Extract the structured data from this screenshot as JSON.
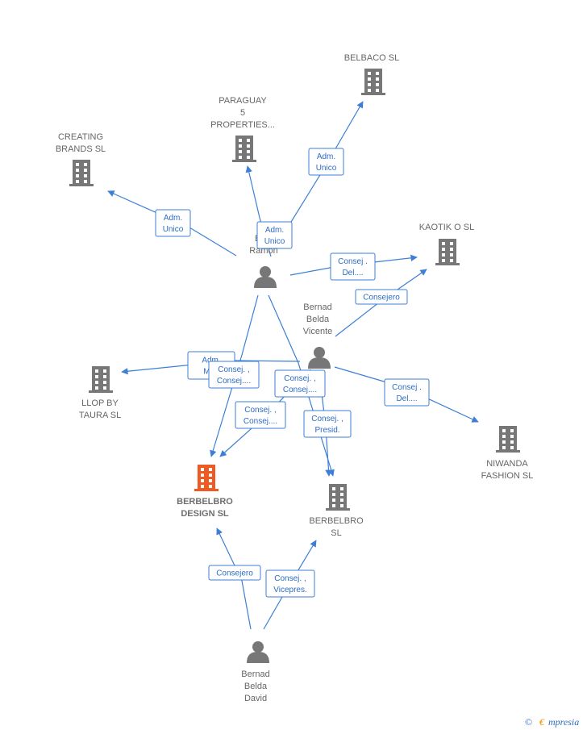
{
  "colors": {
    "edge": "#3d7fd6",
    "company": "#777777",
    "company_focus": "#f05a22",
    "person": "#777777",
    "label_text": "#666666"
  },
  "nodes": [
    {
      "id": "belbaco",
      "type": "company",
      "lines": [
        "BELBACO  SL"
      ]
    },
    {
      "id": "paraguay",
      "type": "company",
      "lines": [
        "PARAGUAY",
        "5",
        "PROPERTIES..."
      ]
    },
    {
      "id": "creating",
      "type": "company",
      "lines": [
        "CREATING",
        "BRANDS  SL"
      ]
    },
    {
      "id": "kaotiko",
      "type": "company",
      "lines": [
        "KAOTIK O  SL"
      ]
    },
    {
      "id": "llop",
      "type": "company",
      "lines": [
        "LLOP BY",
        "TAURA SL"
      ]
    },
    {
      "id": "niwanda",
      "type": "company",
      "lines": [
        "NIWANDA",
        "FASHION  SL"
      ]
    },
    {
      "id": "berbelbro_design",
      "type": "company",
      "focus": true,
      "lines": [
        "BERBELBRO",
        "DESIGN  SL"
      ]
    },
    {
      "id": "berbelbro",
      "type": "company",
      "lines": [
        "BERBELBRO",
        "SL"
      ]
    },
    {
      "id": "ramon",
      "type": "person",
      "lines": [
        "Be",
        "Beld",
        "Ramon"
      ]
    },
    {
      "id": "vicente",
      "type": "person",
      "lines": [
        "Bernad",
        "Belda",
        "Vicente"
      ]
    },
    {
      "id": "david",
      "type": "person",
      "lines": [
        "Bernad",
        "Belda",
        "David"
      ]
    }
  ],
  "edges": [
    {
      "id": "ramon-creating",
      "label": [
        "Adm.",
        "Unico"
      ]
    },
    {
      "id": "ramon-paraguay",
      "label": [
        "Adm.",
        "Unico"
      ]
    },
    {
      "id": "ramon-belbaco",
      "label": [
        "Adm.",
        "Unico"
      ]
    },
    {
      "id": "ramon-kaotiko",
      "label": [
        "Consej .",
        "Del...."
      ]
    },
    {
      "id": "vicente-kaotiko",
      "label": [
        "Consejero"
      ]
    },
    {
      "id": "vicente-llop",
      "label": [
        "Adm.",
        "Man"
      ]
    },
    {
      "id": "ramon-bdesign",
      "label": [
        "Consej. ,",
        "Consej...."
      ]
    },
    {
      "id": "ramon-berbelbro",
      "label": [
        "Consej. ,",
        "Consej...."
      ]
    },
    {
      "id": "vicente-bdesign",
      "label": [
        "Consej. ,",
        "Consej...."
      ]
    },
    {
      "id": "vicente-berbelbro",
      "label": [
        "Consej. ,",
        "Presid."
      ]
    },
    {
      "id": "vicente-niwanda",
      "label": [
        "Consej .",
        "Del...."
      ]
    },
    {
      "id": "david-bdesign",
      "label": [
        "Consejero"
      ]
    },
    {
      "id": "david-berbelbro",
      "label": [
        "Consej. ,",
        "Vicepres."
      ]
    }
  ],
  "brand": {
    "copyright": "©",
    "initial": "€",
    "name": "mpresia"
  }
}
